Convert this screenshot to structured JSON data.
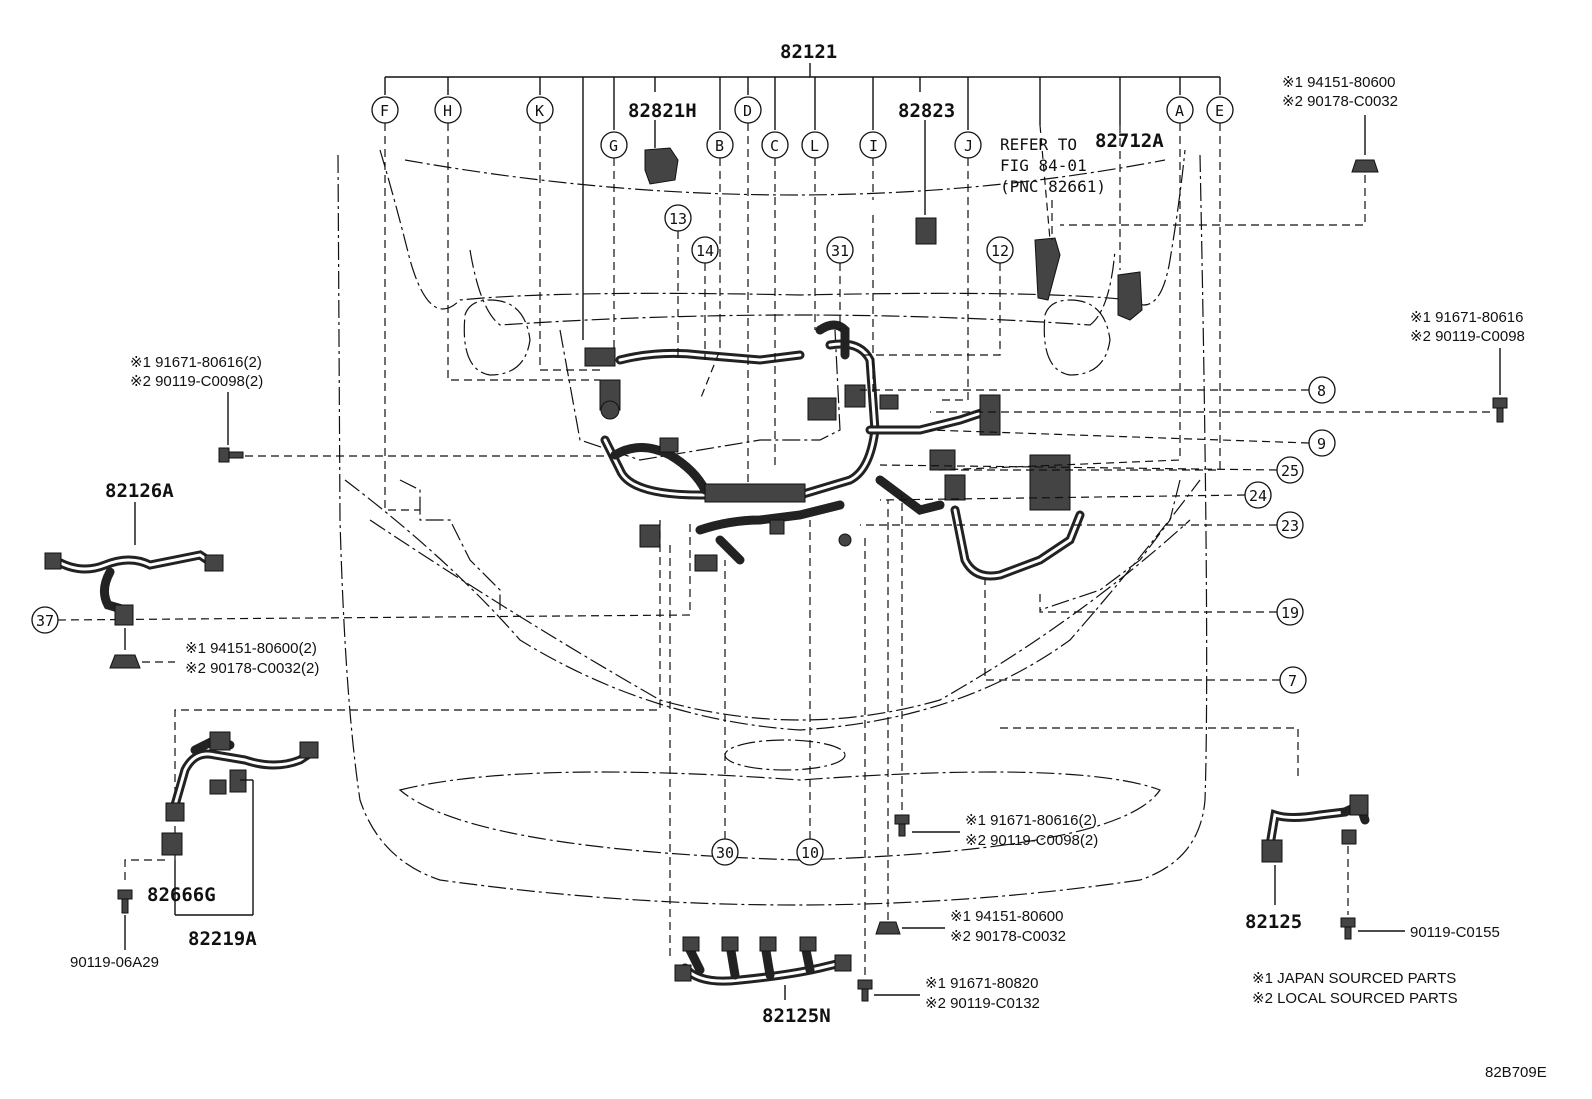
{
  "main_harness": "82121",
  "letters": [
    "F",
    "H",
    "K",
    "G",
    "B",
    "D",
    "C",
    "L",
    "I",
    "J",
    "A",
    "E"
  ],
  "numbers": {
    "n13": "13",
    "n14": "14",
    "n31": "31",
    "n12": "12",
    "n8": "8",
    "n9": "9",
    "n25": "25",
    "n24": "24",
    "n23": "23",
    "n19": "19",
    "n7": "7",
    "n37": "37",
    "n30": "30",
    "n10": "10"
  },
  "parts": {
    "p82821H": "82821H",
    "p82823": "82823",
    "p82712A": "82712A",
    "p82126A": "82126A",
    "p82666G": "82666G",
    "p82219A": "82219A",
    "p82125": "82125",
    "p82125N": "82125N"
  },
  "refer": [
    "REFER TO",
    "FIG 84-01",
    "(PNC 82661)"
  ],
  "fasteners": {
    "tr1": "※1 94151-80600",
    "tr2": "※2 90178-C0032",
    "r1": "※1 91671-80616",
    "r2": "※2 90119-C0098",
    "l1": "※1 91671-80616(2)",
    "l2": "※2 90119-C0098(2)",
    "lc1": "※1 94151-80600(2)",
    "lc2": "※2 90178-C0032(2)",
    "c1": "※1 91671-80616(2)",
    "c2": "※2 90119-C0098(2)",
    "cc1": "※1 94151-80600",
    "cc2": "※2 90178-C0032",
    "cb1": "※1 91671-80820",
    "cb2": "※2 90119-C0132",
    "bolt_left": "90119-06A29",
    "bolt_right": "90119-C0155"
  },
  "legend": [
    "※1 JAPAN SOURCED PARTS",
    "※2 LOCAL SOURCED PARTS"
  ],
  "figure_code": "82B709E"
}
